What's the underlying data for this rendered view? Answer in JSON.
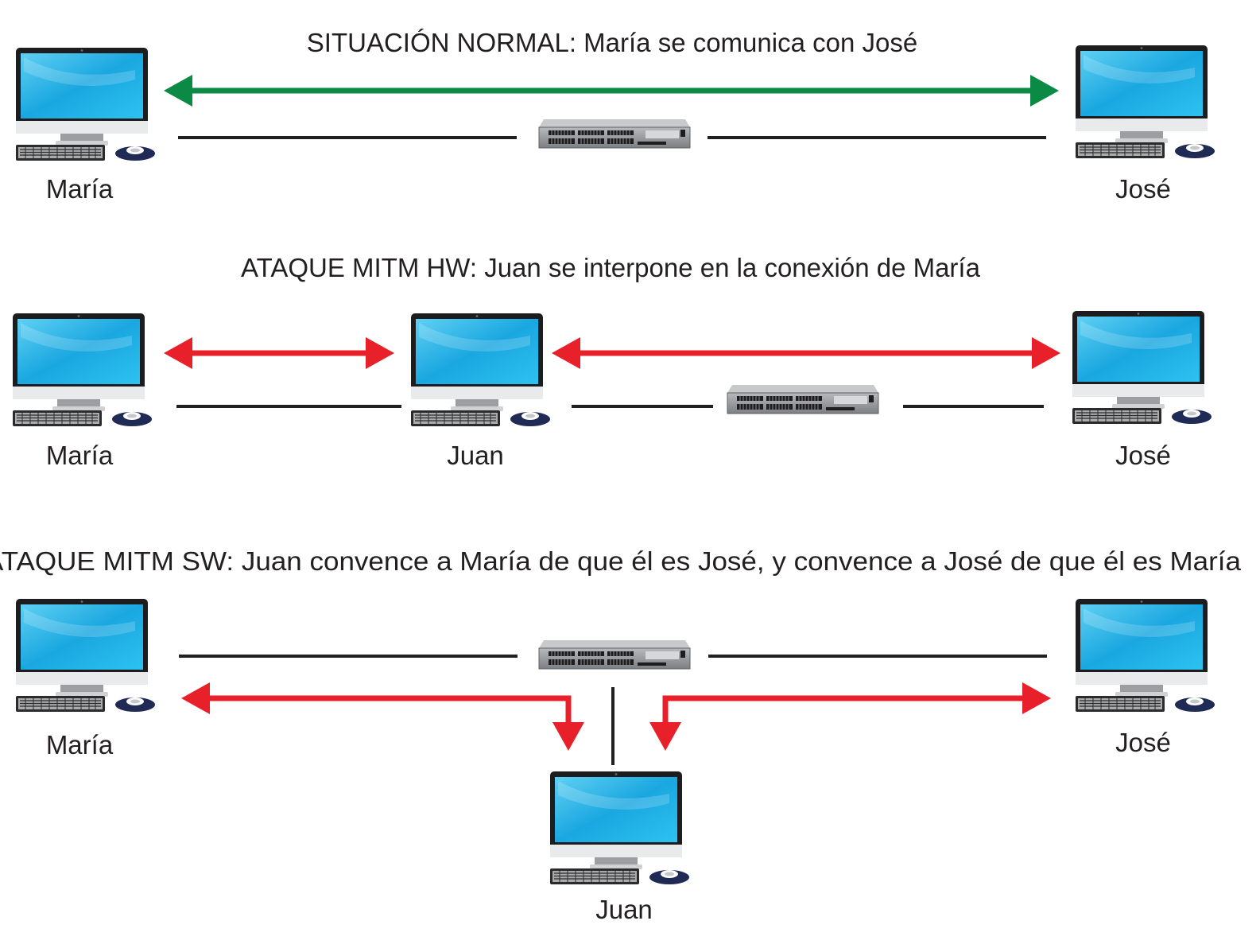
{
  "colors": {
    "normal_arrow": "#0b8a45",
    "attack_arrow": "#e8202a",
    "cable": "#231f20",
    "screen": "#18b4e8",
    "switch_body": "#8e9093"
  },
  "icons": [
    "computer-icon",
    "network-switch-icon"
  ],
  "scenarios": {
    "normal": {
      "title": "SITUACIÓN NORMAL: María se comunica con José",
      "left_name": "María",
      "right_name": "José"
    },
    "hw": {
      "title": "ATAQUE MITM HW: Juan se interpone en la conexión de María",
      "left_name": "María",
      "middle_name": "Juan",
      "right_name": "José"
    },
    "sw": {
      "title": "ATAQUE MITM SW: Juan convence a María de que él es José, y convence a José de que él es María",
      "left_name": "María",
      "right_name": "José",
      "bottom_name": "Juan"
    }
  }
}
